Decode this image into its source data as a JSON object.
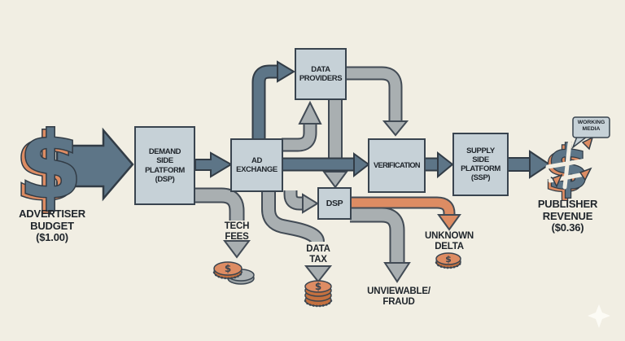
{
  "colors": {
    "background": "#f1eee3",
    "box_fill": "#c6d1d7",
    "box_border": "#39444f",
    "dark_arrow": "#5d7587",
    "gray_pipe": "#a9afb1",
    "orange_accent": "#dd8c63",
    "text": "#20262c"
  },
  "nodes": {
    "dsp": {
      "label": "DEMAND\nSIDE\nPLATFORM\n(DSP)"
    },
    "ad_exchange": {
      "label": "AD\nEXCHANGE"
    },
    "data_providers": {
      "label": "DATA\nPROVIDERS"
    },
    "verification": {
      "label": "VERIFICATION"
    },
    "ssp": {
      "label": "SUPPLY\nSIDE\nPLATFORM\n(SSP)"
    },
    "dsp_small": {
      "label": "DSP"
    }
  },
  "endpoints": {
    "advertiser_budget": "ADVERTISER\nBUDGET\n($1.00)",
    "publisher_revenue": "PUBLISHER\nREVENUE\n($0.36)"
  },
  "leakages": {
    "tech_fees": "TECH\nFEES",
    "data_tax": "DATA\nTAX",
    "unknown_delta": "UNKNOWN\nDELTA",
    "unviewable_fraud": "UNVIEWABLE/\nFRAUD"
  },
  "callout": {
    "working_media": "WORKING\nMEDIA"
  },
  "icons": {
    "dollar_glyph": "$",
    "coin_glyph": "$"
  }
}
